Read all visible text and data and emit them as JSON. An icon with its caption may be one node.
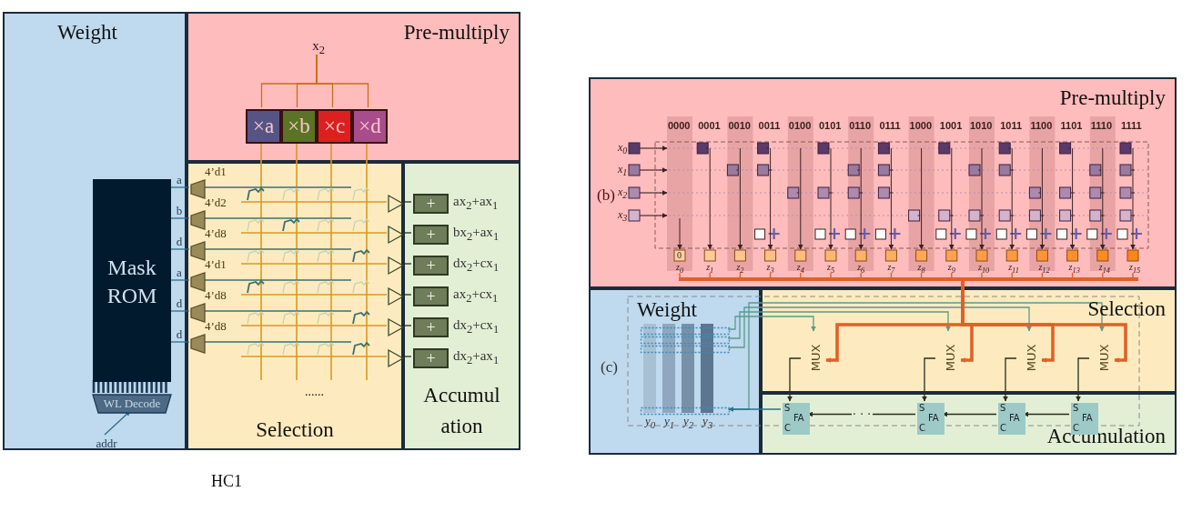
{
  "diagram": {
    "nodes": [
      {
        "text": [
          "Weight"
        ]
      },
      {
        "text": [
          "Mask ROM"
        ],
        "in": 0
      },
      {
        "text": [
          "WL Decode"
        ],
        "in": 0
      },
      {
        "text": [
          "addr"
        ],
        "in": 0
      },
      {
        "text": [
          "Pre-multiply"
        ]
      },
      {
        "text": [
          "x$_{2}$"
        ],
        "in": 4
      },
      {
        "text": [
          "×a"
        ],
        "in": 4
      },
      {
        "text": [
          "×b"
        ],
        "in": 4
      },
      {
        "text": [
          "×c"
        ],
        "in": 4
      },
      {
        "text": [
          "×d"
        ],
        "in": 4
      },
      {
        "text": [
          "Selection"
        ]
      },
      {
        "text": [],
        "shape": "trapezoid",
        "in": 10,
        "beside": [
          "4’d1"
        ]
      },
      {
        "text": [],
        "shape": "trapezoid",
        "in": 10,
        "beside": [
          "4’d2"
        ]
      },
      {
        "text": [],
        "shape": "trapezoid",
        "in": 10,
        "beside": [
          "4’d8"
        ]
      },
      {
        "text": [],
        "shape": "trapezoid",
        "in": 10,
        "beside": [
          "4’d1"
        ]
      },
      {
        "text": [],
        "shape": "trapezoid",
        "in": 10,
        "beside": [
          "4’d8"
        ]
      },
      {
        "text": [],
        "shape": "trapezoid",
        "in": 10,
        "beside": [
          "4’d8"
        ]
      },
      {
        "text": [],
        "shape": "triangle",
        "in": 10
      },
      {
        "text": [],
        "shape": "triangle",
        "in": 10
      },
      {
        "text": [],
        "shape": "triangle",
        "in": 10
      },
      {
        "text": [],
        "shape": "triangle",
        "in": 10
      },
      {
        "text": [],
        "shape": "triangle",
        "in": 10
      },
      {
        "text": [],
        "shape": "triangle",
        "in": 10
      },
      {
        "text": [
          "Accumul ation"
        ]
      },
      {
        "text": [
          "+"
        ],
        "in": 23,
        "beside": [
          "ax$_{2}$+ax$_{1}$"
        ]
      },
      {
        "text": [
          "+"
        ],
        "in": 23,
        "beside": [
          "bx$_{2}$+ax$_{1}$"
        ]
      },
      {
        "text": [
          "+"
        ],
        "in": 23,
        "beside": [
          "dx$_{2}$+cx$_{1}$"
        ]
      },
      {
        "text": [
          "+"
        ],
        "in": 23,
        "beside": [
          "ax$_{2}$+cx$_{1}$"
        ]
      },
      {
        "text": [
          "+"
        ],
        "in": 23,
        "beside": [
          "dx$_{2}$+cx$_{1}$"
        ]
      },
      {
        "text": [
          "+"
        ],
        "in": 23,
        "beside": [
          "dx$_{2}$+ax$_{1}$"
        ]
      },
      {
        "text": [
          "Pre-multiply"
        ]
      },
      {
        "text": [
          "Weight"
        ]
      },
      {
        "text": [],
        "shape": "box",
        "in": 31
      },
      {
        "text": [],
        "shape": "box",
        "in": 31
      },
      {
        "text": [],
        "shape": "box",
        "in": 31
      },
      {
        "text": [],
        "shape": "box",
        "in": 31
      },
      {
        "text": [
          "Selection"
        ]
      },
      {
        "text": [
          "MUX"
        ],
        "in": 36
      },
      {
        "text": [
          "MUX"
        ],
        "in": 36
      },
      {
        "text": [
          "MUX"
        ],
        "in": 36
      },
      {
        "text": [
          "MUX"
        ],
        "in": 36
      },
      {
        "text": [
          "Accumulation"
        ]
      },
      {
        "text": [
          "S",
          "FA",
          "C"
        ],
        "in": 41
      },
      {
        "text": [
          "S",
          "FA",
          "C"
        ],
        "in": 41
      },
      {
        "text": [
          "S",
          "FA",
          "C"
        ],
        "in": 41
      },
      {
        "text": [
          "S",
          "FA",
          "C"
        ],
        "in": 41
      },
      {
        "text": [],
        "shape": "bar",
        "in": 30
      }
    ],
    "edges": [
      {
        "from": 3,
        "to": 2,
        "arrow": "to",
        "color": "#2d6f8a"
      },
      {
        "from": 5,
        "to": 6,
        "arrow": "none",
        "color": "#c8701a"
      },
      {
        "from": 5,
        "to": 7,
        "arrow": "none",
        "color": "#c8701a"
      },
      {
        "from": 5,
        "to": 8,
        "arrow": "none",
        "color": "#c8701a"
      },
      {
        "from": 5,
        "to": 9,
        "arrow": "none",
        "color": "#c8701a"
      },
      {
        "from": 1,
        "to": 11,
        "arrow": "none",
        "label": "a",
        "color": "#2d6f8a"
      },
      {
        "from": 1,
        "to": 12,
        "arrow": "none",
        "label": "b",
        "color": "#2d6f8a"
      },
      {
        "from": 1,
        "to": 13,
        "arrow": "none",
        "label": "d",
        "color": "#2d6f8a"
      },
      {
        "from": 1,
        "to": 14,
        "arrow": "none",
        "label": "a",
        "color": "#2d6f8a"
      },
      {
        "from": 1,
        "to": 15,
        "arrow": "none",
        "label": "d",
        "color": "#2d6f8a"
      },
      {
        "from": 1,
        "to": 16,
        "arrow": "none",
        "label": "d",
        "color": "#2d6f8a"
      },
      {
        "from": 17,
        "to": 24,
        "arrow": "none"
      },
      {
        "from": 18,
        "to": 25,
        "arrow": "none"
      },
      {
        "from": 19,
        "to": 26,
        "arrow": "none"
      },
      {
        "from": 20,
        "to": 27,
        "arrow": "none"
      },
      {
        "from": 21,
        "to": 28,
        "arrow": "none"
      },
      {
        "from": 22,
        "to": 29,
        "arrow": "none"
      },
      {
        "from": 32,
        "to": 37,
        "arrow": "to",
        "color": "#5a9a8a"
      },
      {
        "from": 33,
        "to": 38,
        "arrow": "to",
        "color": "#5a9a8a"
      },
      {
        "from": 34,
        "to": 39,
        "arrow": "to",
        "color": "#5a9a8a"
      },
      {
        "from": 35,
        "to": 40,
        "arrow": "to",
        "color": "#5a9a8a"
      },
      {
        "from": 46,
        "to": 37,
        "arrow": "to",
        "style": "thick",
        "color": "#e0602a"
      },
      {
        "from": 46,
        "to": 38,
        "arrow": "to",
        "style": "thick",
        "color": "#e0602a"
      },
      {
        "from": 46,
        "to": 39,
        "arrow": "to",
        "style": "thick",
        "color": "#e0602a"
      },
      {
        "from": 46,
        "to": 40,
        "arrow": "to",
        "style": "thick",
        "color": "#e0602a"
      },
      {
        "from": 37,
        "to": 42,
        "arrow": "to"
      },
      {
        "from": 38,
        "to": 43,
        "arrow": "to"
      },
      {
        "from": 39,
        "to": 44,
        "arrow": "to"
      },
      {
        "from": 40,
        "to": 45,
        "arrow": "to"
      },
      {
        "from": 45,
        "to": 44,
        "arrow": "to"
      },
      {
        "from": 44,
        "to": 43,
        "arrow": "to"
      },
      {
        "from": 43,
        "to": 42,
        "arrow": "to",
        "label": "· · ·"
      },
      {
        "from": 42,
        "to": 35,
        "arrow": "to",
        "color": "#2d6f8a"
      },
      {
        "from": 2,
        "to": 1,
        "arrow": "none",
        "color": "#1e3a55"
      }
    ],
    "labels": [
      "......",
      "(b)",
      "0000",
      "0001",
      "0010",
      "0011",
      "0100",
      "0101",
      "0110",
      "0111",
      "1000",
      "1001",
      "1010",
      "1011",
      "1100",
      "1101",
      "1110",
      "1111",
      "x$_{0}$",
      "x$_{1}$",
      "x$_{2}$",
      "x$_{3}$",
      "0",
      "z$_{0}$",
      "z$_{1}$",
      "z$_{2}$",
      "z$_{3}$",
      "z$_{4}$",
      "z$_{5}$",
      "z$_{6}$",
      "z$_{7}$",
      "z$_{8}$",
      "z$_{9}$",
      "z$_{10}$",
      "z$_{11}$",
      "z$_{12}$",
      "z$_{13}$",
      "z$_{14}$",
      "z$_{15}$",
      "(c)",
      "y$_{0}$",
      "y$_{1}$",
      "y$_{2}$",
      "y$_{3}$",
      "HC1"
    ]
  }
}
